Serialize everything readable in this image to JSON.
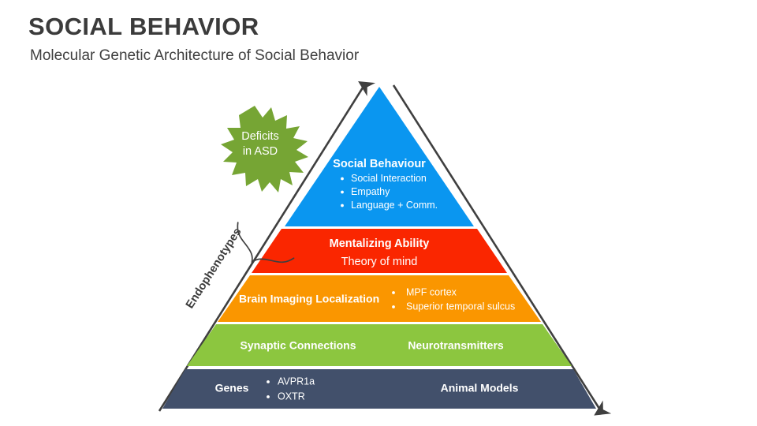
{
  "header": {
    "title": "SOCIAL BEHAVIOR",
    "subtitle": "Molecular Genetic Architecture of Social Behavior"
  },
  "annotations": {
    "endophenotypes_label": "Endophenotypes",
    "starburst": {
      "line1": "Deficits",
      "line2": "in ASD",
      "color": "#76A534"
    }
  },
  "pyramid": {
    "levels": [
      {
        "id": "social-behaviour",
        "color": "#0a96f0",
        "heading": "Social Behaviour",
        "bullets": [
          "Social Interaction",
          "Empathy",
          "Language + Comm."
        ],
        "right_heading": "",
        "subtext": ""
      },
      {
        "id": "mentalizing-ability",
        "color": "#fa2600",
        "heading": "Mentalizing Ability",
        "bullets": [],
        "right_heading": "",
        "subtext": "Theory of mind"
      },
      {
        "id": "brain-imaging-localization",
        "color": "#fa9600",
        "heading": "Brain Imaging Localization",
        "bullets": [
          "MPF cortex",
          "Superior temporal sulcus"
        ],
        "right_heading": "",
        "subtext": ""
      },
      {
        "id": "synaptic-neurotransmitters",
        "color": "#8cc63f",
        "heading": "Synaptic Connections",
        "bullets": [],
        "right_heading": "Neurotransmitters",
        "subtext": ""
      },
      {
        "id": "genes-animal-models",
        "color": "#42506b",
        "heading": "Genes",
        "bullets": [
          "AVPR1a",
          "OXTR"
        ],
        "right_heading": "Animal Models",
        "subtext": ""
      }
    ],
    "outline_color": "#3f3f3f"
  }
}
